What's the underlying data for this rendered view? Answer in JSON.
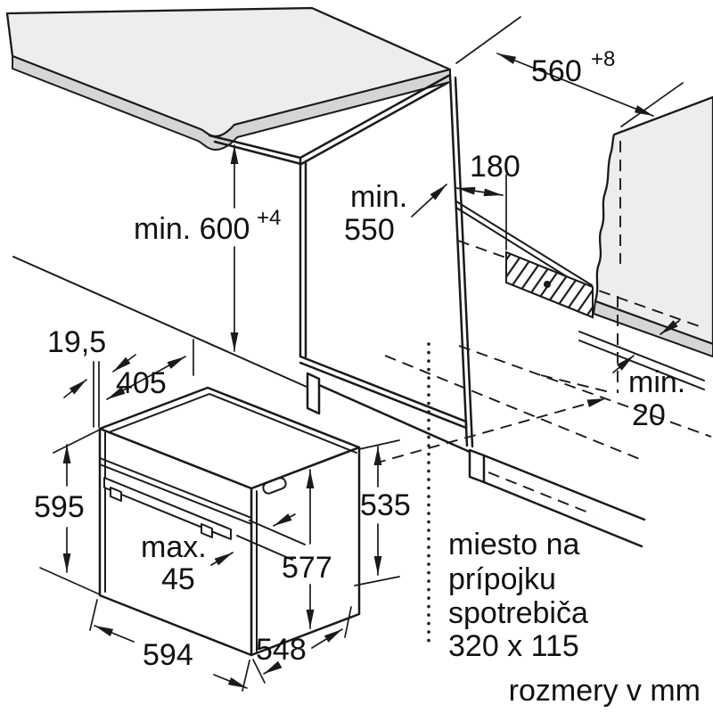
{
  "diagram": {
    "dims": {
      "niche_width_main": "560",
      "niche_width_sup": "+8",
      "niche_height_main": "min. 600",
      "niche_height_sup": "+4",
      "niche_depth_l1": "min.",
      "niche_depth_l2": "550",
      "vent_offset": "180",
      "rear_gap_l1": "min.",
      "rear_gap_l2": "20",
      "frame_offset": "19,5",
      "min_depth_behind": "405",
      "oven_height": "595",
      "door_protrusion_l1": "max.",
      "door_protrusion_l2": "45",
      "front_height": "577",
      "body_height": "535",
      "oven_width": "594",
      "oven_depth": "548"
    },
    "notes": {
      "connection_l1": "miesto na",
      "connection_l2": "prípojku",
      "connection_l3": "spotrebiča",
      "connection_l4": "320 x 115",
      "units": "rozmery v mm"
    },
    "colors": {
      "line": "#1a1a1a",
      "surface": "#ededed",
      "edge": "#d5d5d5",
      "background": "#ffffff"
    }
  }
}
